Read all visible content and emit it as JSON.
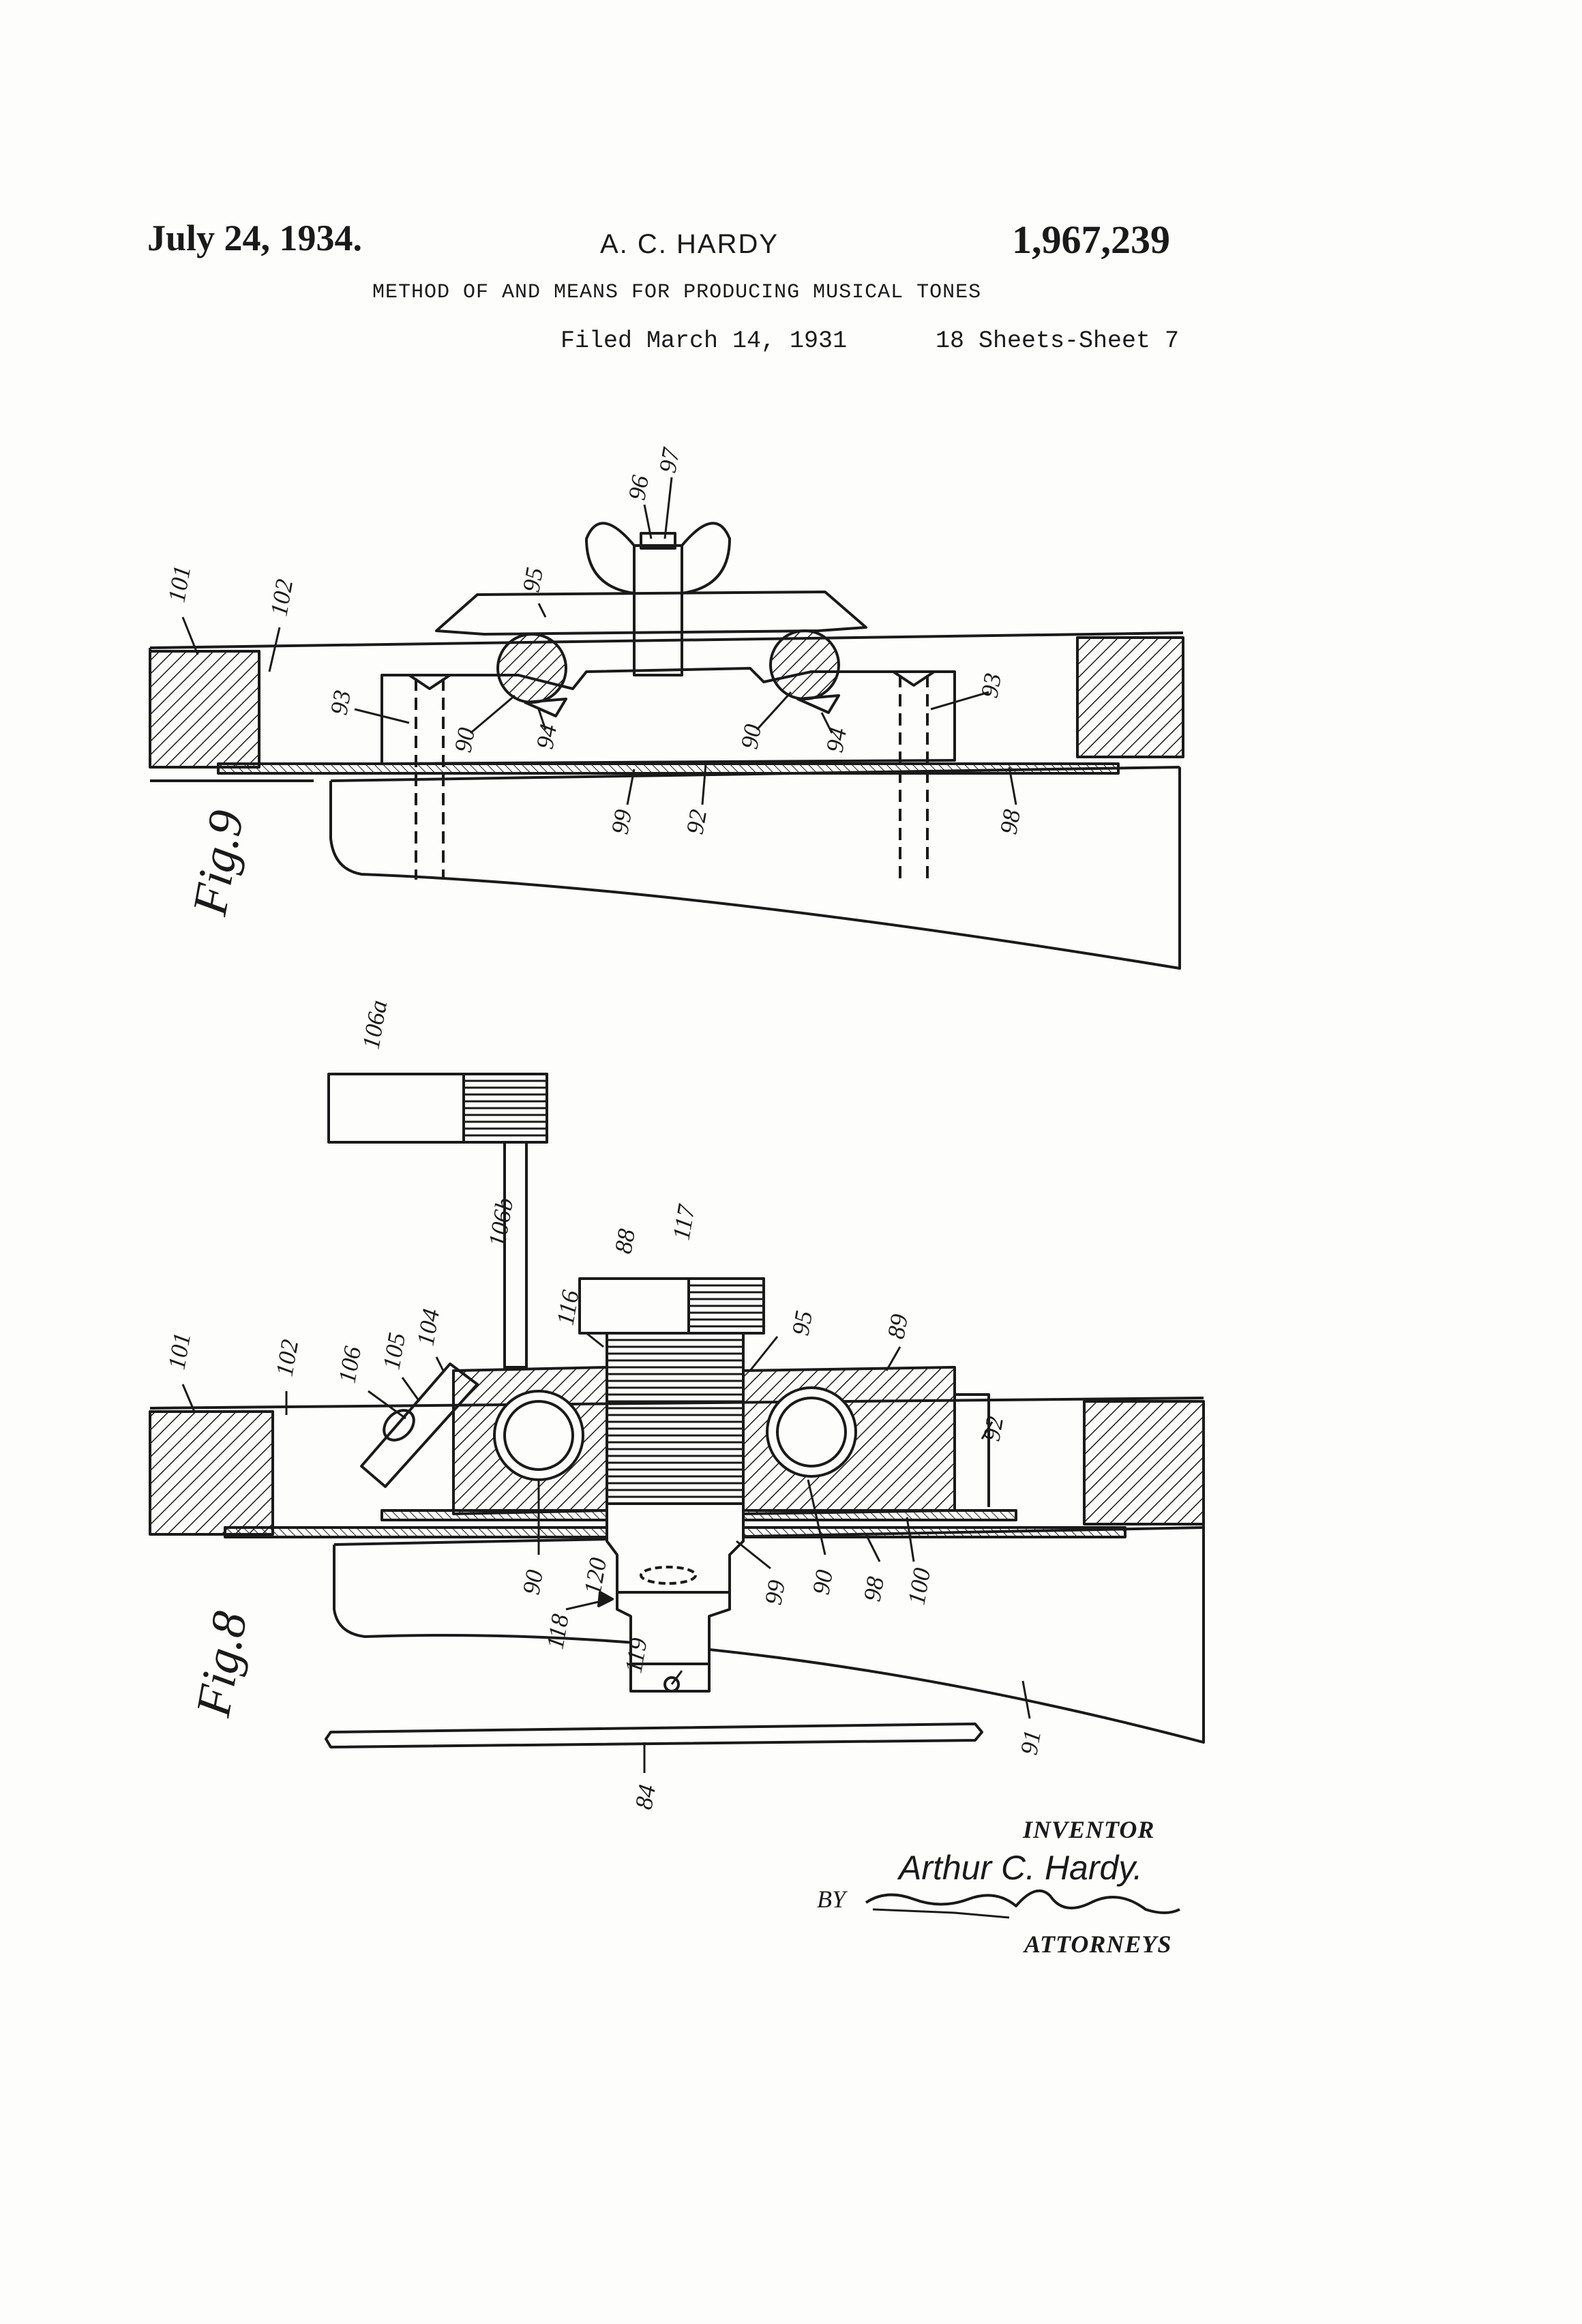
{
  "header": {
    "date": "July 24, 1934.",
    "inventor": "A. C. HARDY",
    "patent_number": "1,967,239",
    "title": "METHOD OF AND MEANS FOR PRODUCING MUSICAL TONES",
    "filed": "Filed March 14, 1931",
    "sheets": "18 Sheets-Sheet 7"
  },
  "figures": {
    "fig9": {
      "caption": "Fig.9",
      "refs": {
        "r101": "101",
        "r102": "102",
        "r95": "95",
        "r96": "96",
        "r97": "97",
        "r93a": "93",
        "r93b": "93",
        "r90a": "90",
        "r94a": "94",
        "r90b": "90",
        "r94b": "94",
        "r99": "99",
        "r92": "92",
        "r98": "98"
      }
    },
    "fig8": {
      "caption": "Fig.8",
      "refs": {
        "r106a": "106a",
        "r106b": "106b",
        "r88": "88",
        "r117": "117",
        "r101": "101",
        "r102": "102",
        "r106": "106",
        "r105": "105",
        "r104": "104",
        "r116": "116",
        "r95": "95",
        "r89": "89",
        "r92": "92",
        "r90a": "90",
        "r118": "118",
        "r120": "120",
        "r99": "99",
        "r90b": "90",
        "r98": "98",
        "r100": "100",
        "r119": "119",
        "r91": "91",
        "r84": "84"
      }
    }
  },
  "signature": {
    "label_inventor": "INVENTOR",
    "inventor_name": "Arthur C. Hardy.",
    "by": "BY",
    "label_attorneys": "ATTORNEYS"
  }
}
